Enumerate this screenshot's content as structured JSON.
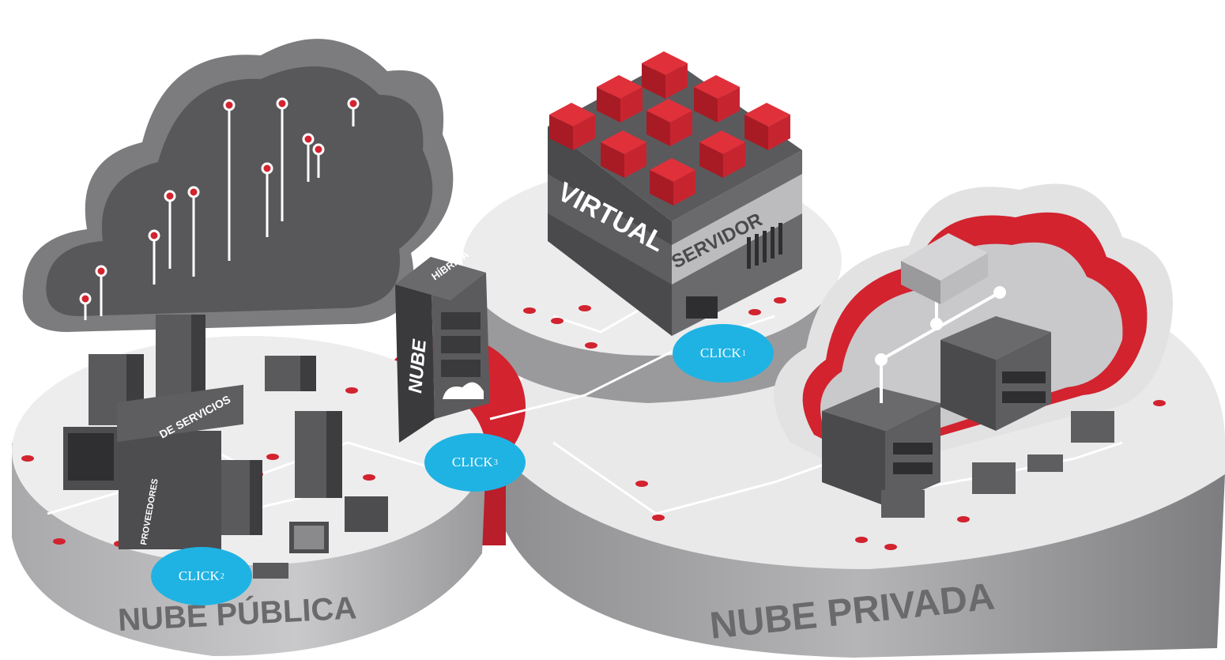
{
  "labels": {
    "public_cloud": "NUBE PÚBLICA",
    "private_cloud": "NUBE PRIVADA",
    "virtual": "VIRTUAL",
    "server": "SERVIDOR",
    "hybrid_top": "HÍBRIDA",
    "hybrid_main": "NUBE",
    "providers": "PROVEEDORES",
    "services": "DE SERVICIOS"
  },
  "hotspots": [
    {
      "text": "CLICK",
      "sup": "1"
    },
    {
      "text": "CLICK",
      "sup": "2"
    },
    {
      "text": "CLICK",
      "sup": "3"
    }
  ],
  "colors": {
    "accent_red": "#d2232f",
    "dark_gray": "#4d4d4f",
    "mid_gray": "#8a8a8c",
    "light_gray": "#e8e8e9",
    "hotspot_blue": "#1fb3e3"
  }
}
